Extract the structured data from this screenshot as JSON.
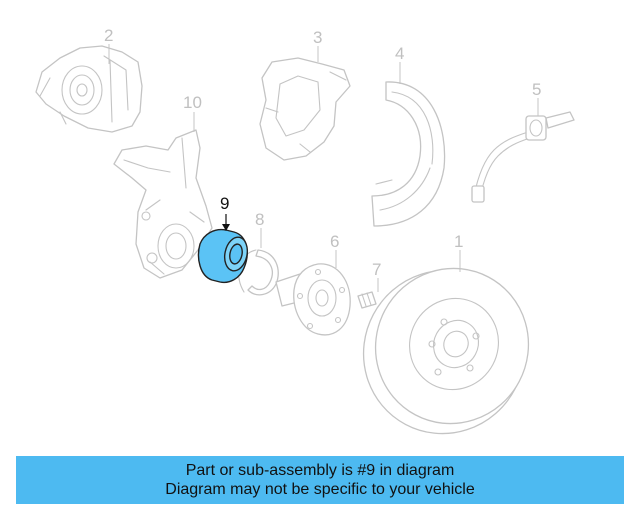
{
  "callouts": {
    "c1": "1",
    "c2": "2",
    "c3": "3",
    "c4": "4",
    "c5": "5",
    "c6": "6",
    "c7": "7",
    "c8": "8",
    "c9": "9",
    "c10": "10"
  },
  "highlight": {
    "part_number": "9",
    "color": "#5bc3f5"
  },
  "banner": {
    "line1": "Part or sub-assembly is #9 in diagram",
    "line2": "Diagram may not be specific to your vehicle",
    "color": "#4dbaf1"
  }
}
